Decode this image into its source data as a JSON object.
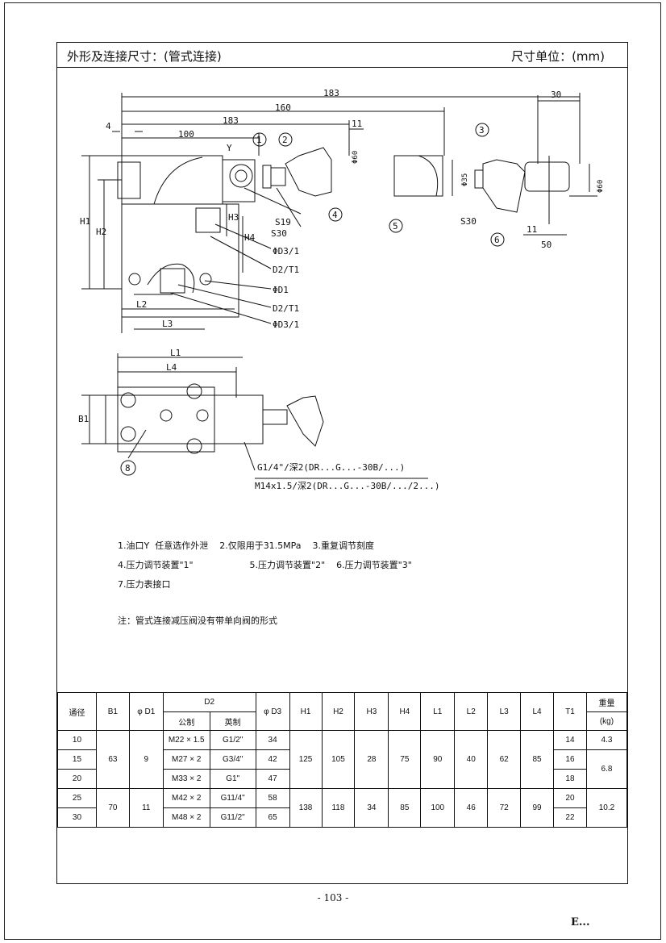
{
  "header": {
    "title": "外形及连接尺寸：(管式连接)",
    "unit": "尺寸单位：(mm)"
  },
  "drawing": {
    "dims": [
      "183",
      "160",
      "183",
      "100",
      "4",
      "30",
      "11",
      "Φ60",
      "Φ35",
      "Φ60",
      "11",
      "50"
    ],
    "labels_left": [
      "H1",
      "H2",
      "H3",
      "H4",
      "L2",
      "L3",
      "L1",
      "L4",
      "B1"
    ],
    "leaders": [
      "S19",
      "S30",
      "ΦD3/1",
      "D2/T1",
      "ΦD1",
      "D2/T1",
      "ΦD3/1",
      "S30"
    ],
    "port_y": "Y",
    "thread_notes": [
      "G1/4\"/深2(DR...G...-30B/...)",
      "M14x1.5/深2(DR...G...-30B/.../2...)"
    ],
    "callouts": [
      "1",
      "2",
      "3",
      "4",
      "5",
      "6",
      "8"
    ]
  },
  "notes": {
    "line1": "1.油口Y  任意选作外泄    2.仅限用于31.5MPa    3.重复调节刻度",
    "line2": "4.压力调节装置\"1\"                    5.压力调节装置\"2\"    6.压力调节装置\"3\"",
    "line3": "7.压力表接口",
    "remark": "注：管式连接减压阀没有带单向阀的形式"
  },
  "table": {
    "headers": {
      "bore": "通径",
      "b1": "B1",
      "d1": "φ D1",
      "d2": "D2",
      "d2_metric": "公制",
      "d2_imperial": "英制",
      "d3": "φ D3",
      "h1": "H1",
      "h2": "H2",
      "h3": "H3",
      "h4": "H4",
      "l1": "L1",
      "l2": "L2",
      "l3": "L3",
      "l4": "L4",
      "t1": "T1",
      "weight": "重量",
      "weight_unit": "(kg)"
    },
    "rows": [
      {
        "bore": "10",
        "metric": "M22 × 1.5",
        "imperial": "G1/2\"",
        "d3": "34",
        "t1": "14"
      },
      {
        "bore": "15",
        "metric": "M27 × 2",
        "imperial": "G3/4\"",
        "d3": "42",
        "t1": "16"
      },
      {
        "bore": "20",
        "metric": "M33 × 2",
        "imperial": "G1\"",
        "d3": "47",
        "t1": "18"
      },
      {
        "bore": "25",
        "metric": "M42 × 2",
        "imperial": "G11/4\"",
        "d3": "58",
        "t1": "20"
      },
      {
        "bore": "30",
        "metric": "M48 × 2",
        "imperial": "G11/2\"",
        "d3": "65",
        "t1": "22"
      }
    ],
    "group_a": {
      "b1": "63",
      "d1": "9",
      "h1": "125",
      "h2": "105",
      "h3": "28",
      "h4": "75",
      "l1": "90",
      "l2": "40",
      "l3": "62",
      "l4": "85",
      "w10": "4.3",
      "w15_20": "6.8"
    },
    "group_b": {
      "b1": "70",
      "d1": "11",
      "h1": "138",
      "h2": "118",
      "h3": "34",
      "h4": "85",
      "l1": "100",
      "l2": "46",
      "l3": "72",
      "l4": "99",
      "w": "10.2"
    }
  },
  "page_number": "- 103 -",
  "footer_mark": "E..."
}
